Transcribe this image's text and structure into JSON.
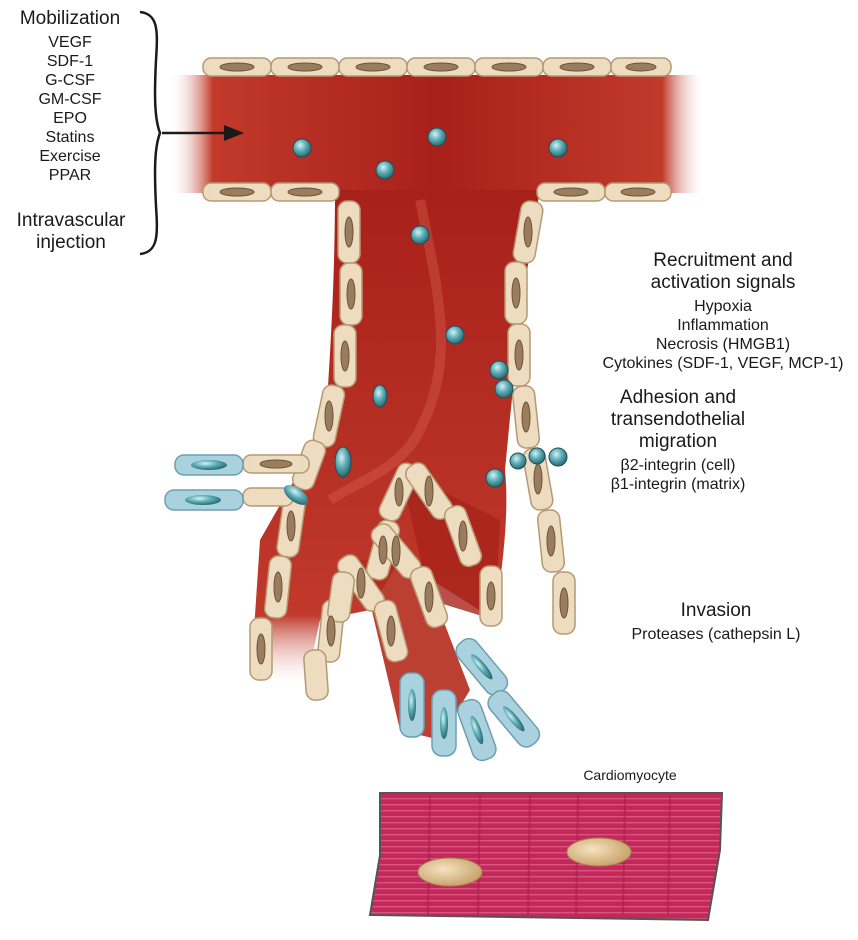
{
  "mobilization": {
    "title": "Mobilization",
    "factors": [
      "VEGF",
      "SDF-1",
      "G-CSF",
      "GM-CSF",
      "EPO",
      "Statins",
      "Exercise",
      "PPAR"
    ],
    "injection": [
      "Intravascular",
      "injection"
    ]
  },
  "recruitment": {
    "title": [
      "Recruitment and",
      "activation signals"
    ],
    "items": [
      "Hypoxia",
      "Inflammation",
      "Necrosis (HMGB1)",
      "Cytokines (SDF-1, VEGF, MCP-1)"
    ]
  },
  "adhesion": {
    "title": [
      "Adhesion and",
      "transendothelial",
      "migration"
    ],
    "items": [
      "β2-integrin (cell)",
      "β1-integrin (matrix)"
    ]
  },
  "invasion": {
    "title": "Invasion",
    "items": [
      "Proteases (cathepsin L)"
    ]
  },
  "cardiomyocyte": {
    "label": "Cardiomyocyte"
  },
  "colors": {
    "endothelial": "#eddcbf",
    "endothelial_nucleus": "#9a7d5e",
    "blood": "#b8291d",
    "progenitor_cell": "#4f9ea6",
    "migrating_cell": "#a9d2de",
    "cardiomyocyte": "#c4285a",
    "cardiomyocyte_nucleus": "#d8b98f"
  }
}
